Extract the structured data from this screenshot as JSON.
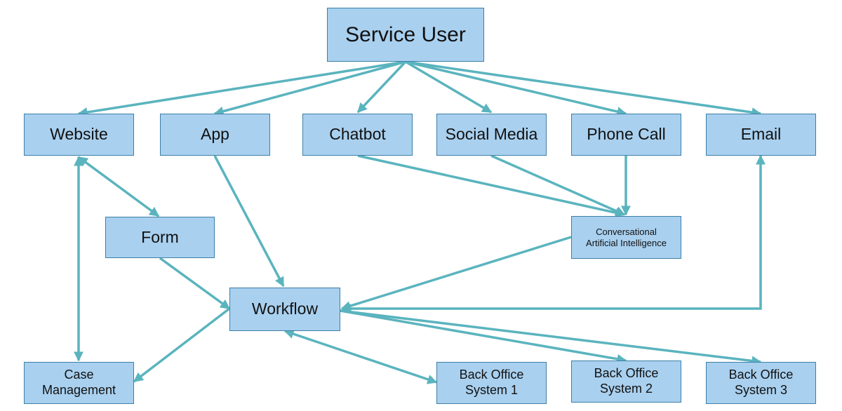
{
  "colors": {
    "arrow": "#5ab4be",
    "node_fill": "#a9d0ef",
    "node_border": "#3d7fa6"
  },
  "nodes": {
    "service_user": "Service User",
    "website": "Website",
    "app": "App",
    "chatbot": "Chatbot",
    "social_media": "Social Media",
    "phone_call": "Phone Call",
    "email": "Email",
    "form": "Form",
    "conversational_ai": "Conversational\nArtificial Intelligence",
    "workflow": "Workflow",
    "case_management": "Case\nManagement",
    "back_office_1": "Back Office\nSystem 1",
    "back_office_2": "Back Office\nSystem 2",
    "back_office_3": "Back Office\nSystem 3"
  },
  "edges": [
    {
      "from": "service_user",
      "to": "website",
      "direction": "forward"
    },
    {
      "from": "service_user",
      "to": "app",
      "direction": "forward"
    },
    {
      "from": "service_user",
      "to": "chatbot",
      "direction": "forward"
    },
    {
      "from": "service_user",
      "to": "social_media",
      "direction": "forward"
    },
    {
      "from": "service_user",
      "to": "phone_call",
      "direction": "forward"
    },
    {
      "from": "service_user",
      "to": "email",
      "direction": "forward"
    },
    {
      "from": "website",
      "to": "form",
      "direction": "both"
    },
    {
      "from": "website",
      "to": "case_management",
      "direction": "both"
    },
    {
      "from": "app",
      "to": "workflow",
      "direction": "forward"
    },
    {
      "from": "chatbot",
      "to": "conversational_ai",
      "direction": "forward"
    },
    {
      "from": "social_media",
      "to": "conversational_ai",
      "direction": "forward"
    },
    {
      "from": "phone_call",
      "to": "conversational_ai",
      "direction": "forward"
    },
    {
      "from": "form",
      "to": "workflow",
      "direction": "forward"
    },
    {
      "from": "conversational_ai",
      "to": "workflow",
      "direction": "forward"
    },
    {
      "from": "email",
      "to": "workflow",
      "direction": "both"
    },
    {
      "from": "workflow",
      "to": "case_management",
      "direction": "forward"
    },
    {
      "from": "workflow",
      "to": "back_office_1",
      "direction": "both"
    },
    {
      "from": "workflow",
      "to": "back_office_2",
      "direction": "forward"
    },
    {
      "from": "workflow",
      "to": "back_office_3",
      "direction": "forward"
    }
  ]
}
